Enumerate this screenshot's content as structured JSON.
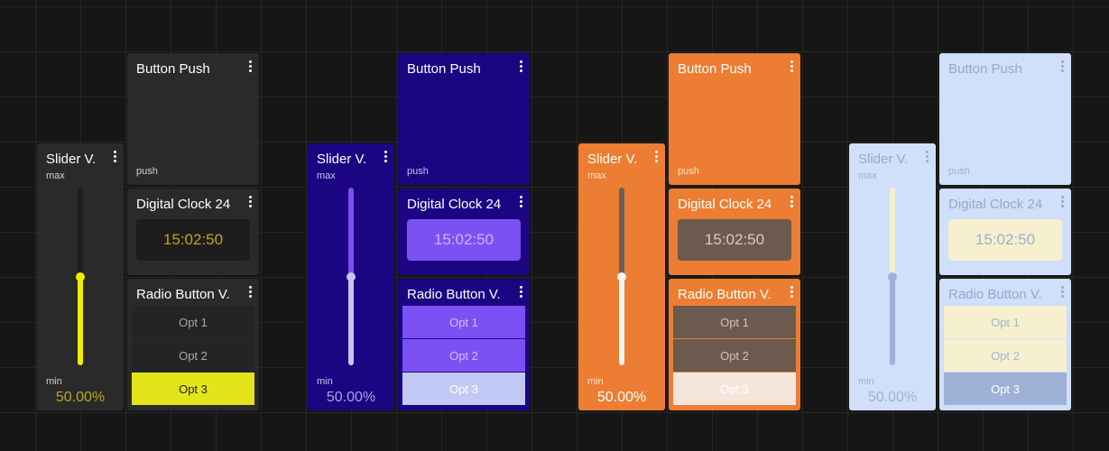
{
  "widgets": {
    "slider_title": "Slider V.",
    "slider_max": "max",
    "slider_min": "min",
    "slider_value": "50.00%",
    "slider_level": 0.5,
    "button_title": "Button Push",
    "button_label": "push",
    "clock_title": "Digital Clock 24",
    "clock_time": "15:02:50",
    "radio_title": "Radio Button V.",
    "radio_options": [
      "Opt 1",
      "Opt 2",
      "Opt 3"
    ],
    "radio_selected": "Opt 3"
  },
  "themes": [
    {
      "name": "dark",
      "tile_bg": "#2a2a2a",
      "text": "#ffffff",
      "label_text": "#d4d4d4",
      "track": "#1e1e1e",
      "fill": "#f4ec00",
      "thumb": "#f4ec00",
      "pct_text": "#b7a91a",
      "clock_bg": "#1d1d1d",
      "clock_text": "#bfa522",
      "opt_bg": "#242424",
      "opt_text": "#a8a8a8",
      "opt_sel_bg": "#e4e41a",
      "opt_sel_text": "#1b1b1b"
    },
    {
      "name": "indigo",
      "tile_bg": "#1c0582",
      "text": "#ffffff",
      "label_text": "#c9c4ee",
      "track": "#7b4ff0",
      "fill": "#c7c3f4",
      "thumb": "#c7c3f4",
      "pct_text": "#a9a4e6",
      "clock_bg": "#7c51f4",
      "clock_text": "#c2b9f9",
      "opt_bg": "#7c51f4",
      "opt_text": "#cdc2fb",
      "opt_sel_bg": "#c2c9f4",
      "opt_sel_text": "#ffffff"
    },
    {
      "name": "orange",
      "tile_bg": "#ec7d32",
      "text": "#ffffff",
      "label_text": "#ffe3cd",
      "track": "#686058",
      "fill": "#f4f4f4",
      "thumb": "#f4f4f4",
      "pct_text": "#ffffff",
      "clock_bg": "#6b5a4d",
      "clock_text": "#d7cbc2",
      "opt_bg": "#6b5a4d",
      "opt_text": "#cfc4bc",
      "opt_sel_bg": "#f5e6dc",
      "opt_sel_text": "#ffffff"
    },
    {
      "name": "light",
      "tile_bg": "#d0dffa",
      "text": "#95a9cc",
      "label_text": "#9fb2d4",
      "track": "#f6f0cf",
      "fill": "#9db2d6",
      "thumb": "#9db2d6",
      "pct_text": "#9fb2d4",
      "clock_bg": "#f6f0cf",
      "clock_text": "#9cb0d2",
      "opt_bg": "#f6f0cf",
      "opt_text": "#a3b6d6",
      "opt_sel_bg": "#9db2d6",
      "opt_sel_text": "#ffffff"
    }
  ]
}
